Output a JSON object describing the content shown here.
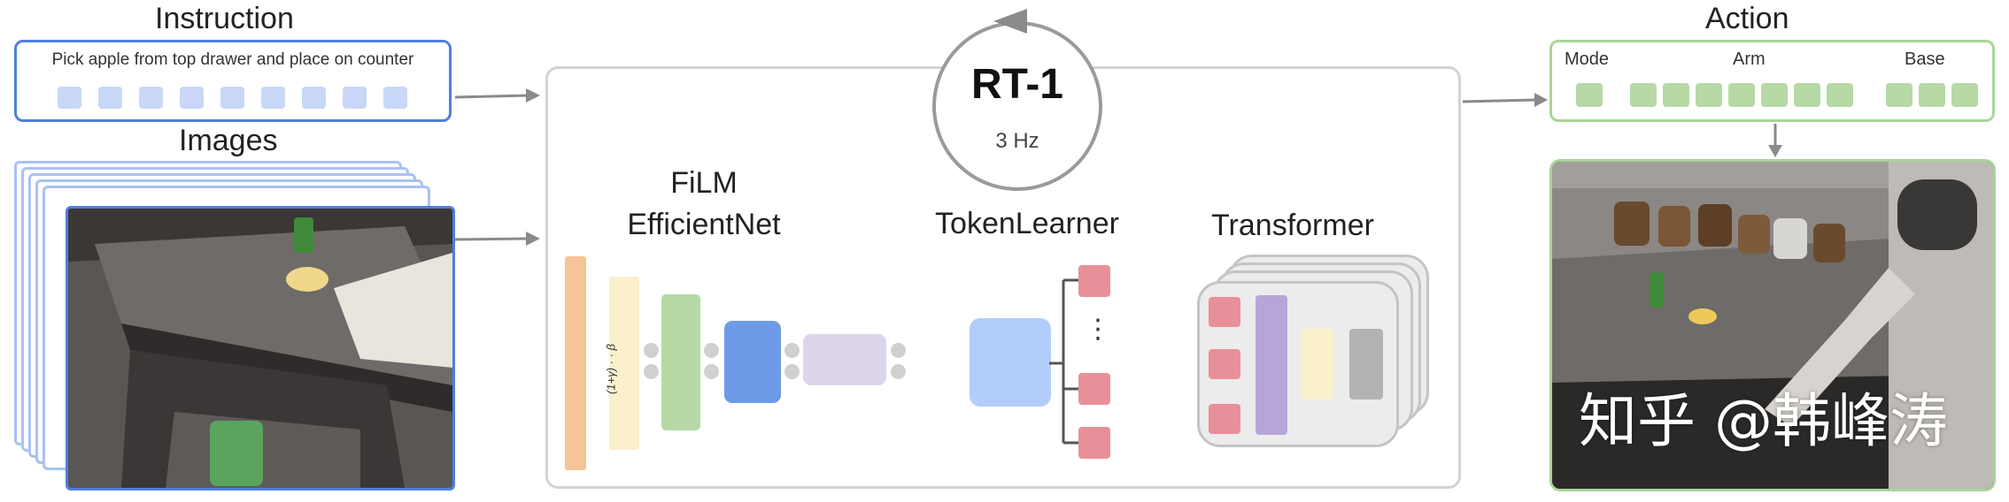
{
  "instruction": {
    "title": "Instruction",
    "text": "Pick apple from top drawer and place on counter",
    "token_count": 9
  },
  "images": {
    "title": "Images"
  },
  "model": {
    "name": "RT-1",
    "rate": "3 Hz",
    "film_label_line1": "FiLM",
    "film_label_line2": "EfficientNet",
    "film_formula": "(1+γ) · · β",
    "tokenlearner_label": "TokenLearner",
    "tokenlearner_ellipsis": "⋮",
    "transformer_label": "Transformer"
  },
  "action": {
    "title": "Action",
    "groups": [
      {
        "label": "Mode",
        "tokens": 1
      },
      {
        "label": "Arm",
        "tokens": 7
      },
      {
        "label": "Base",
        "tokens": 3
      }
    ]
  },
  "watermark": "知乎 @韩峰涛",
  "colors": {
    "instruction_border": "#4f7fdc",
    "instruction_token": "#c9d8f8",
    "action_border": "#a7d59a",
    "action_token": "#b6d9a6",
    "film_orange": "#f6c496",
    "film_cream": "#fbf0cc",
    "film_green": "#b6d9a6",
    "film_blue": "#6e9be8",
    "film_lavender": "#dcd5ec",
    "tokenlearner_blue": "#b3cdfb",
    "token_red": "#e8909a",
    "transformer_purple": "#b8a5d8",
    "transformer_cream": "#fbf0cc",
    "transformer_gray": "#b3b3b3",
    "arrow": "#8a8a8a"
  }
}
